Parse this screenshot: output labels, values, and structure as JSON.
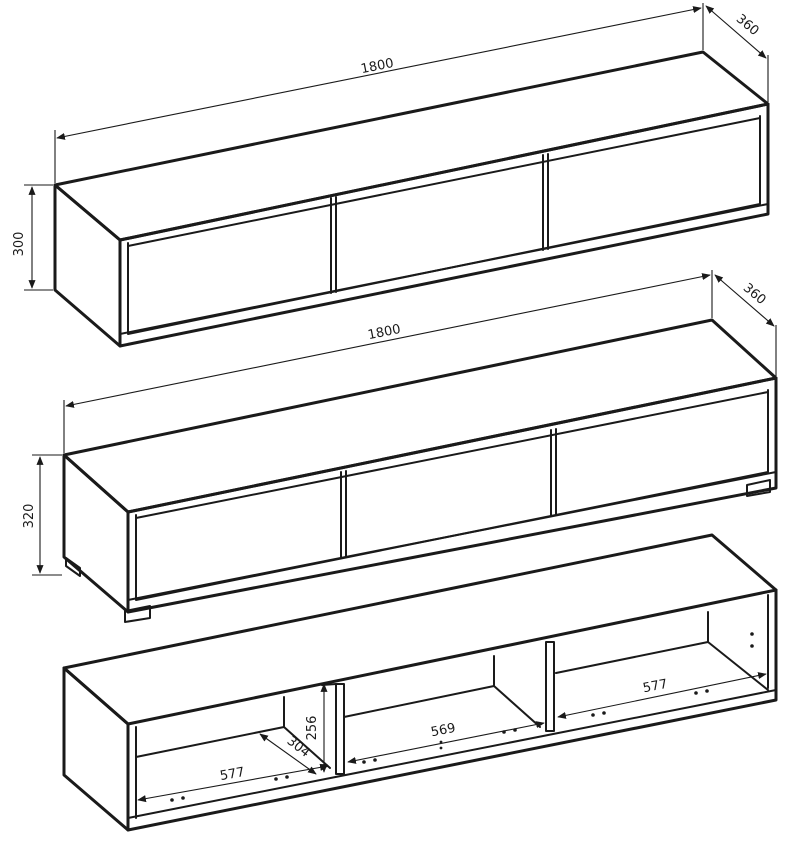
{
  "unit_top": {
    "width": "1800",
    "depth": "360",
    "height": "300"
  },
  "unit_middle": {
    "width": "1800",
    "depth": "360",
    "height": "320"
  },
  "unit_open": {
    "left": "577",
    "center": "569",
    "right": "577",
    "shelf_depth": "304",
    "inner_height": "256"
  }
}
